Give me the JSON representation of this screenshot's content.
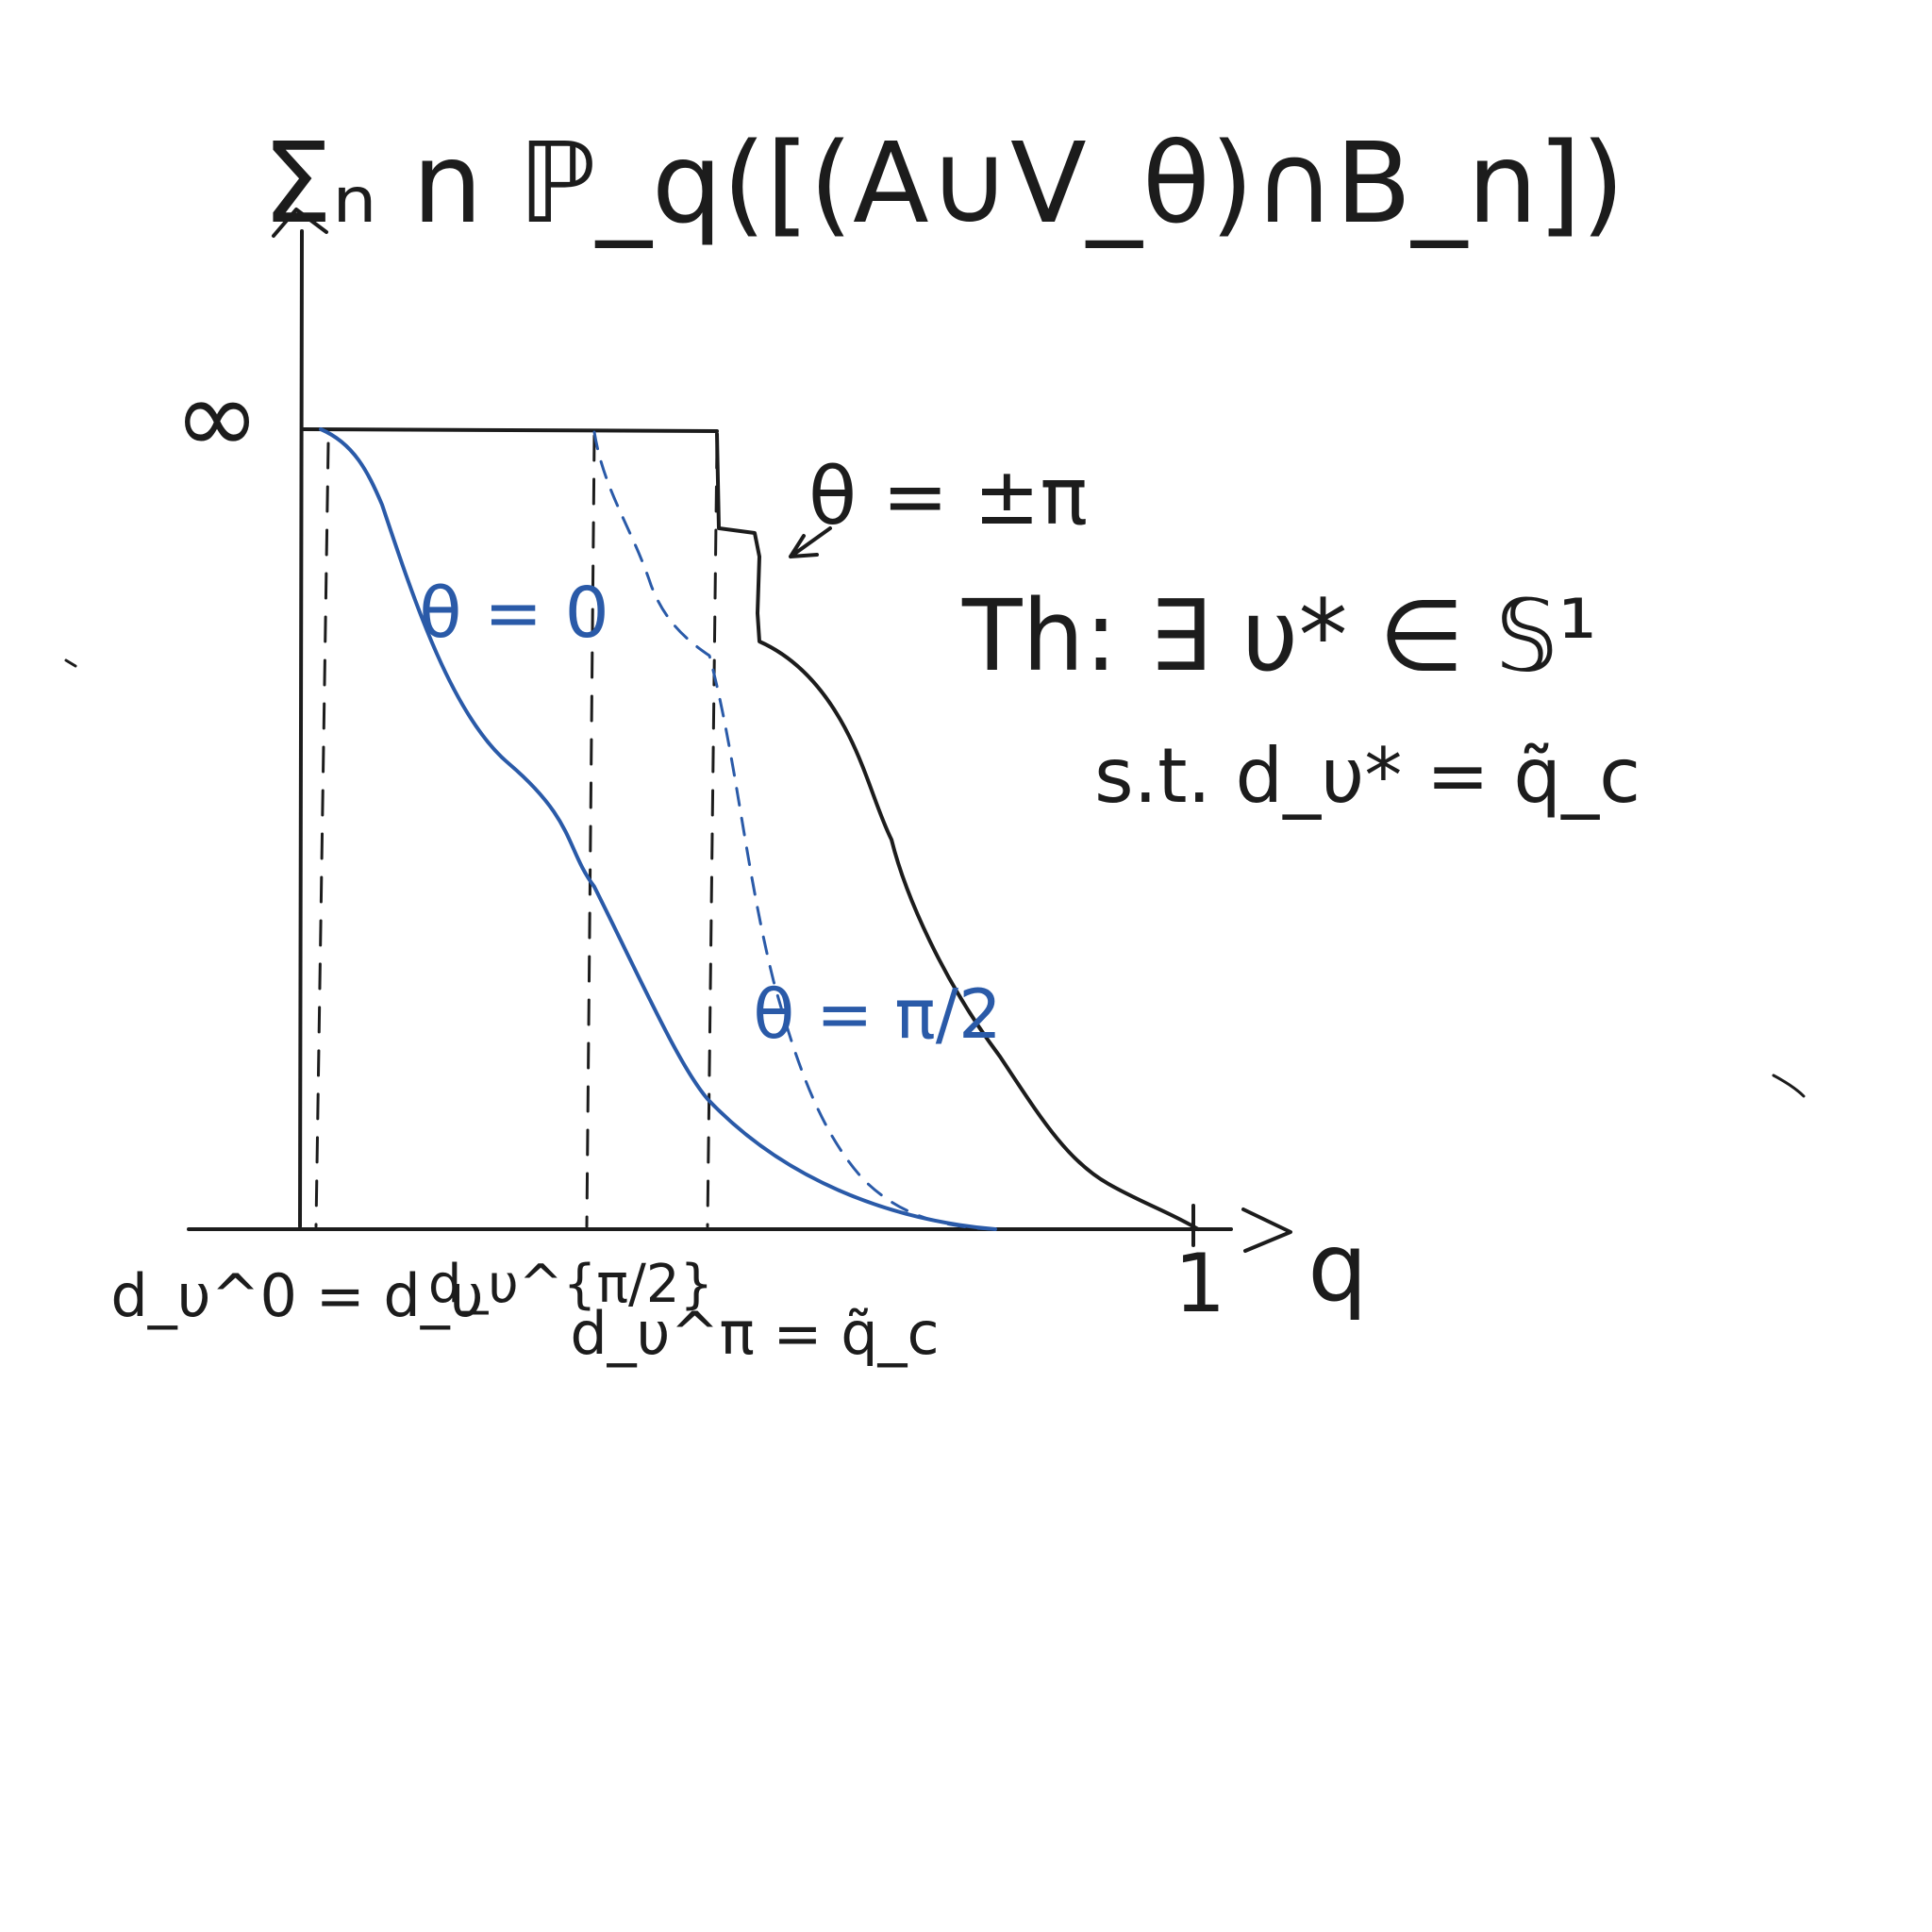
{
  "title": "Σₙ n ℙ_q([(A∪V_θ)∩B_n])",
  "y_axis": {
    "top_label": "∞"
  },
  "x_axis": {
    "end_label": "q",
    "one_label": "1"
  },
  "ticks": {
    "d0": "d_υ^0 = d_υ",
    "dpi2": "d_υ^{π/2}",
    "dpi": "d_υ^π = q̃_c"
  },
  "curves": {
    "theta0": "θ = 0",
    "thetapi2": "θ = π/2",
    "thetapi": "θ = ±π"
  },
  "theorem": {
    "line1": "Th: ∃ υ* ∈ 𝕊¹",
    "line2": "s.t. d_υ* = q̃_c"
  },
  "colors": {
    "ink": "#1c1c1c",
    "blue": "#2a5aa8"
  }
}
